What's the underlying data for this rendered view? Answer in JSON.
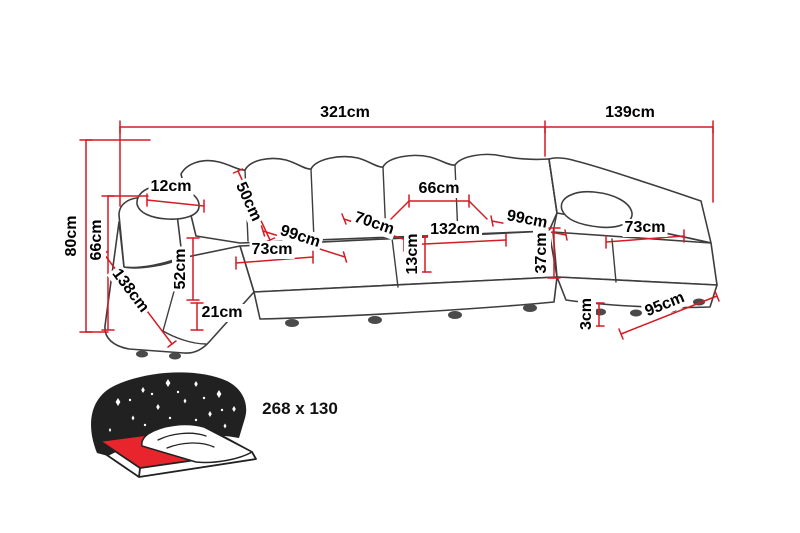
{
  "diagram": {
    "type": "furniture-dimension-diagram",
    "subject": "u-shaped-corner-sofa",
    "unit": "cm"
  },
  "labels": {
    "total_width_left": "321cm",
    "total_width_right": "139cm",
    "total_height": "80cm",
    "back_height": "66cm",
    "armrest_cushion": "12cm",
    "back_cushion_height": "50cm",
    "left_seat_depth": "99cm",
    "left_seat_width": "73cm",
    "middle_seat_depth": "70cm",
    "middle_back_cushion_width": "66cm",
    "middle_seat_width": "132cm",
    "seat_cushion_thickness": "13cm",
    "right_seat_depth": "99cm",
    "seat_height": "37cm",
    "right_seat_width": "73cm",
    "armrest_height": "52cm",
    "left_chaise_length": "138cm",
    "base_height": "21cm",
    "leg_height": "3cm",
    "right_chaise_width": "95cm"
  },
  "sleeping_function": {
    "size_label": "268 x 130"
  },
  "colors": {
    "dimension": "#d41c24",
    "outline": "#3d3d3d",
    "mattress": "#e8252c"
  }
}
